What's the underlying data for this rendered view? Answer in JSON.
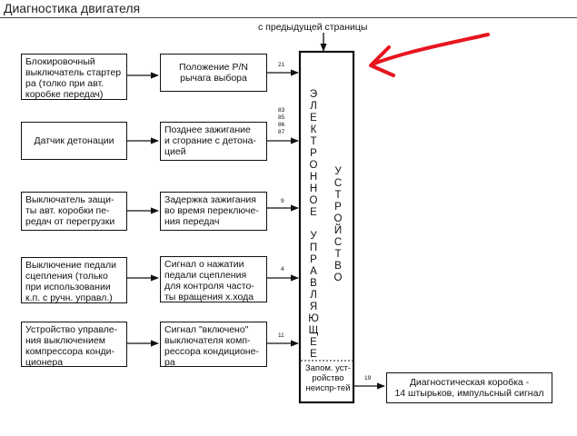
{
  "title": "Диагностика двигателя",
  "from_prev_page": "с предыдущей страницы",
  "inputs": [
    {
      "lines": [
        "Блокировочный",
        "выключатель стартер",
        "ра (толко при авт.",
        "коробке передач)"
      ]
    },
    {
      "lines": [
        "Датчик детонации"
      ]
    },
    {
      "lines": [
        "Выключатель защи-",
        "ты авт. коробки пе-",
        "редач от перегрузки"
      ]
    },
    {
      "lines": [
        "Выключение педали",
        "сцепления (только",
        "при использовании",
        "к.п. с ручн. управл.)"
      ]
    },
    {
      "lines": [
        "Устройство управле-",
        "ния выключением",
        "компрессора конди-",
        "ционера"
      ]
    }
  ],
  "signals": [
    {
      "lines": [
        "Положение P/N",
        "рычага выбора"
      ],
      "pins": [
        "21"
      ]
    },
    {
      "lines": [
        "Позднее зажигание",
        "и сгорание с детона-",
        "цией"
      ],
      "pins": [
        "83",
        "85",
        "86",
        "87"
      ]
    },
    {
      "lines": [
        "Задержка зажигания",
        "во время переключе-",
        "ния передач"
      ],
      "pins": [
        "9"
      ]
    },
    {
      "lines": [
        "Сигнал о нажатии",
        "педали сцепления",
        "для контроля часто-",
        "ты вращения х.хода"
      ],
      "pins": [
        "4"
      ]
    },
    {
      "lines": [
        "Сигнал \"включено\"",
        "выключателя комп-",
        "рессора кондиционе-",
        "ра"
      ],
      "pins": [
        "11"
      ]
    }
  ],
  "ecu": {
    "col1": [
      "Э",
      "Л",
      "Е",
      "К",
      "Т",
      "Р",
      "О",
      "Н",
      "Н",
      "О",
      "Е",
      "",
      "У",
      "П",
      "Р",
      "А",
      "В",
      "Л",
      "Я",
      "Ю",
      "Щ",
      "Е",
      "Е"
    ],
    "col2": [
      "У",
      "С",
      "Т",
      "Р",
      "О",
      "Й",
      "С",
      "Т",
      "В",
      "О"
    ],
    "memory": [
      "Запом. уст-",
      "ройство",
      "неиспр-тей"
    ]
  },
  "output": {
    "lines": [
      "Диагностическая коробка -",
      "14 штырьков, импульсный сигнал"
    ],
    "pin": "19"
  },
  "annotation_color": "#e8141e"
}
